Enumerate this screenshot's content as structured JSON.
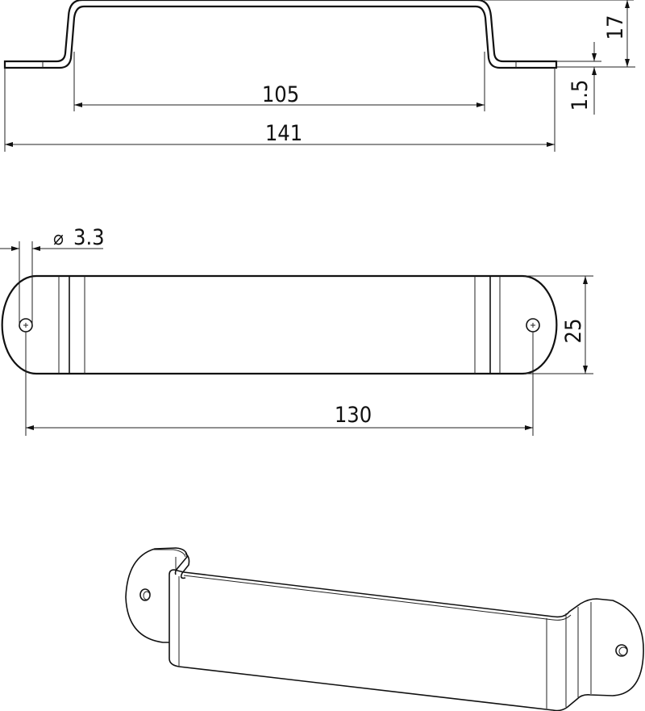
{
  "drawing": {
    "type": "technical-drawing",
    "subject": "bent flat bracket / handle",
    "views": {
      "side": {
        "dimensions": {
          "inner_length": "105",
          "overall_length": "141",
          "height": "17",
          "thickness": "1.5"
        }
      },
      "top": {
        "dimensions": {
          "hole_diameter_symbol": "⌀",
          "hole_diameter": "3.3",
          "hole_spacing": "130",
          "width": "25"
        }
      },
      "isometric": {
        "label": ""
      }
    },
    "colors": {
      "line": "#111111",
      "background": "#ffffff"
    }
  }
}
